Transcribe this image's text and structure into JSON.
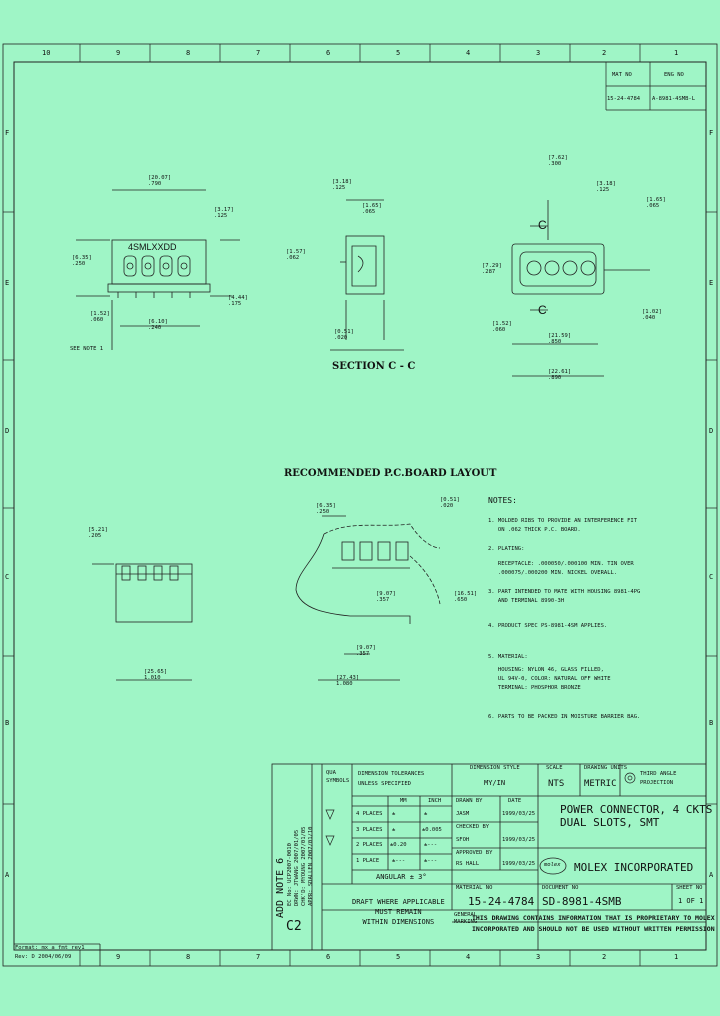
{
  "grid": {
    "top_numbers": [
      "10",
      "9",
      "8",
      "7",
      "6",
      "5",
      "4",
      "3",
      "2",
      "1"
    ],
    "bottom_numbers": [
      "9",
      "8",
      "7",
      "6",
      "5",
      "4",
      "3",
      "2",
      "1"
    ],
    "side_letters": [
      "F",
      "E",
      "D",
      "C",
      "B",
      "A"
    ]
  },
  "header": {
    "mat_no_label": "MAT NO",
    "eng_no_label": "ENG NO",
    "mat_no": "15-24-4784",
    "eng_no": "A-8981-4SMB-L"
  },
  "drawings": {
    "part_label": "4SMLXXDD",
    "see_note": "SEE NOTE 1",
    "section_title": "SECTION C - C",
    "section_marker": "C",
    "pcb_title": "RECOMMENDED P.C.BOARD LAYOUT",
    "dims": {
      "d1": "[20.07]\n.790",
      "d2": "[3.17]\n.125",
      "d3": "[6.35]\n.250",
      "d4": "[1.52]\n.060",
      "d5": "[4.44]\n.175",
      "d6": "[6.10]\n.240",
      "d7": "[3.18]\n.125",
      "d8": "[1.65]\n.065",
      "d9": "[7.62]\n.300",
      "d10": "[21.59]\n.850",
      "d11": "[22.61]\n.890",
      "d12": "[7.29]\n.287",
      "d13": "[1.57]\n.062",
      "d14": "[1.02]\n.040",
      "d15": "[25.65]\n1.010",
      "d16": "[5.21]\n.205",
      "d17": "[9.07]\n.357",
      "d18": "[27.43]\n1.080",
      "d19": "[0.51]\n.020",
      "d20": "[16.51]\n.650"
    }
  },
  "notes": {
    "title": "NOTES:",
    "items": [
      "1. MOLDED RIBS TO PROVIDE AN INTERFERENCE FIT",
      "   ON .062 THICK P.C. BOARD.",
      "2. PLATING:",
      "   RECEPTACLE: .000050/.000100 MIN. TIN OVER",
      "   .000075/.000200 MIN. NICKEL OVERALL.",
      "3. PART INTENDED TO MATE WITH HOUSING 8981-4PG",
      "   AND TERMINAL 8990-3H",
      "4. PRODUCT SPEC PS-8981-4SM APPLIES.",
      "5. MATERIAL:",
      "   HOUSING: NYLON 46, GLASS FILLED,",
      "   UL 94V-0, COLOR: NATURAL OFF WHITE",
      "   TERMINAL: PHOSPHOR BRONZE",
      "6. PARTS TO BE PACKED IN MOISTURE BARRIER BAG."
    ]
  },
  "titleblock": {
    "qual_symbols": "QUA\nSYMBOLS",
    "dims_unless": "DIMENSION TOLERANCES\nUNLESS SPECIFIED",
    "dim_style_label": "DIMENSION STYLE",
    "dim_style": "MY/IN",
    "scale_label": "SCALE",
    "scale": "NTS",
    "units_label": "DRAWING UNITS",
    "units": "METRIC",
    "projection": "THIRD ANGLE\nPROJECTION",
    "col_mm": "MM",
    "col_inch": "INCH",
    "tol_rows": [
      {
        "places": "4 PLACES",
        "mm": "±",
        "inch": "±"
      },
      {
        "places": "3 PLACES",
        "mm": "±",
        "inch": "±0.005"
      },
      {
        "places": "2 PLACES",
        "mm": "±0.20",
        "inch": "±---"
      },
      {
        "places": "1 PLACE",
        "mm": "±---",
        "inch": "±---"
      }
    ],
    "angular": "ANGULAR ± 3°",
    "drawn_by_label": "DRAWN BY",
    "drawn_by": "JASM",
    "drawn_date": "1999/03/25",
    "checked_by_label": "CHECKED BY",
    "checked_by": "SFOH",
    "checked_date": "1999/03/25",
    "approved_by_label": "APPROVED BY",
    "approved_by": "RS HALL",
    "approved_date": "1999/03/25",
    "date_label": "DATE",
    "title": "POWER CONNECTOR, 4 CKTS\nDUAL SLOTS, SMT",
    "company": "MOLEX INCORPORATED",
    "logo": "molex",
    "material_no_label": "MATERIAL NO",
    "material_no": "15-24-4784",
    "doc_no_label": "DOCUMENT NO",
    "doc_no": "SD-8981-4SMB",
    "sheet_label": "SHEET NO",
    "sheet": "1 OF 1",
    "draft_note": "DRAFT WHERE APPLICABLE\nMUST REMAIN\nWITHIN DIMENSIONS",
    "general_label": "GENERAL\nMARKING",
    "proprietary": "THIS DRAWING CONTAINS INFORMATION THAT IS PROPRIETARY TO MOLEX\nINCORPORATED AND SHOULD NOT BE USED WITHOUT WRITTEN PERMISSION",
    "rev": "C2",
    "rev_note": "ADD NOTE 6",
    "ec_no": "EC No: UCP2007-0010",
    "drwn": "DRWN: JTWANG   2007/01/05",
    "chkd": "CHK'D: MYOUNG   2007/01/05",
    "appr": "APPR: SDALLEN   2007/01/10",
    "fmt_a": "Format: mx_a_fmt_rev1",
    "fmt_b": "Rev: D  2004/06/09"
  }
}
